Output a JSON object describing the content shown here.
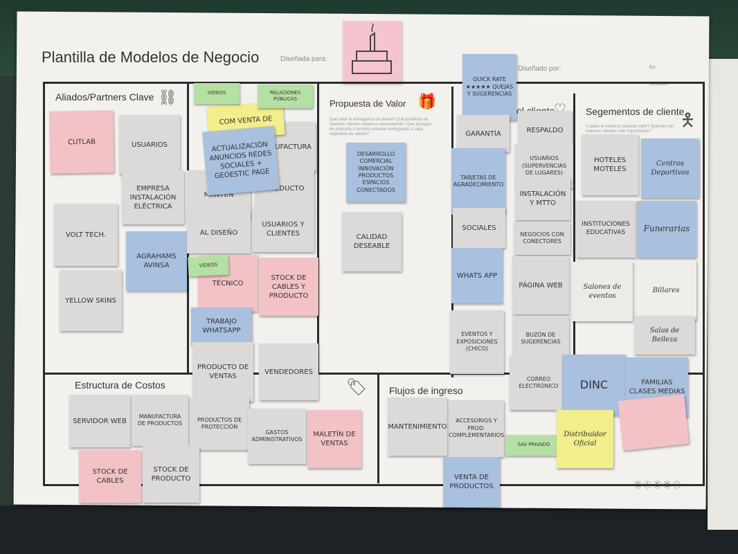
{
  "header": {
    "title": "Plantilla de Modelos de Negocio",
    "designed_for": "Diseñada para:",
    "designed_by": "Diseñado por:",
    "date": "En:",
    "iteration": "Iteración:"
  },
  "sections": {
    "partners": "Aliados/Partners Clave",
    "value": "Propuesta de Valor",
    "relations": "el cliente",
    "segments": "Segementos de cliente",
    "costs": "Estructura de Costos",
    "revenue": "Flujos de ingreso"
  },
  "questions": {
    "value": "Qué valor le entregamos al cliente? Qué problema de nuestros clientes estamos solucionando? Qué tipología de producto o servicio estamos entregando a cada segmento de cliente?",
    "segments": "A quién le estamos creando valor? Quienes son nuestros clientes más importantes?"
  },
  "notes": {
    "cutlab": "CUTLAB",
    "usuarios_p": "USUARIOS",
    "empresa": "EMPRESA INSTALACIÓN ELÉCTRICA",
    "volt": "VOLT TECH.",
    "yellow": "YELLOW SKINS",
    "agrahams": "AGRAHAMS AVINSA",
    "videos": "VIDEOS",
    "relaciones": "RELACIONES PÚBLICAS",
    "ventas": "COM VENTA DE",
    "actualizacion": "ACTUALIZACIÓN ANUNCIOS REDES SOCIALES + GEOESTIC PAGE",
    "manufactura": "MANUFACTURA",
    "producto": "PRODUCTO",
    "mantenimiento": "MANTEN",
    "al_diseno": "AL DISEÑO",
    "usuarios_clientes": "USUARIOS Y CLIENTES",
    "tecnico": "TÉCNICO",
    "stock_cables": "STOCK DE CABLES Y PRODUCTO",
    "trabajo": "TRABAJO WHATSAPP",
    "producto_ventas": "PRODUCTO DE VENTAS",
    "vendedores": "VENDEDORES",
    "desarrollo": "DESARROLLO COMERCIAL INNOVACIÓN PRODUCTOS ESPACIOS CONECTADOS",
    "calidad": "CALIDAD DESEABLE",
    "quick": "QUICK RATE ★★★★★ QUEJAS Y SUGERENCIAS",
    "garantia": "GARANTÍA",
    "respaldo": "RESPALDO",
    "tarjetas": "TARJETAS DE AGRADECIMIENTO",
    "usuarios_r": "USUARIOS (SUPERVENCIAS DE LUGARES)",
    "instalacion": "INSTALACIÓN Y MTTO",
    "sociales": "SOCIALES",
    "negocios": "NEGOCIOS CON CONECTORES",
    "whatsapp": "WHATS APP",
    "pagina": "PÁGINA WEB",
    "eventos": "EVENTOS Y EXPOSICIONES (CHICO)",
    "buzon": "BUZÓN DE SUGERENCIAS",
    "correo": "CORREO ELECTRÓNICO",
    "hoteles": "HOTELES MOTELES",
    "centros": "Centros Deportivos",
    "instituciones": "INSTITUCIONES EDUCATIVAS",
    "funerarias": "Funerarias",
    "salones": "Salones de eventos",
    "billares": "Billares",
    "belleza": "Salas de Belleza",
    "dinc": "DINC",
    "familias": "FAMILIAS CLASES MEDIAS",
    "servidor": "SERVIDOR WEB",
    "manufactura_prod": "MANUFACTURA DE PRODUCTOS",
    "productos_proteccion": "PRODUCTOS DE PROTECCIÓN",
    "gastos": "GASTOS ADMINISTRATIVOS",
    "maletin": "MALETÍN DE VENTAS",
    "stock_cables2": "STOCK DE CABLES",
    "stock_producto": "STOCK DE PRODUCTO",
    "mantenimiento2": "MANTENIMIENTO",
    "accesorios": "ACCESORIOS Y PROD. COMPLEMENTARIOS",
    "venta_productos": "VENTA DE PRODUCTOS",
    "distribuidor": "Distribuidor Oficial",
    "privado": "SAV PRIVADO"
  },
  "colors": {
    "pink": "#f3c2c6",
    "gray": "#dcdad8",
    "blue": "#a9c0df",
    "yellow": "#f1ee8b",
    "green": "#b5e0a3"
  }
}
